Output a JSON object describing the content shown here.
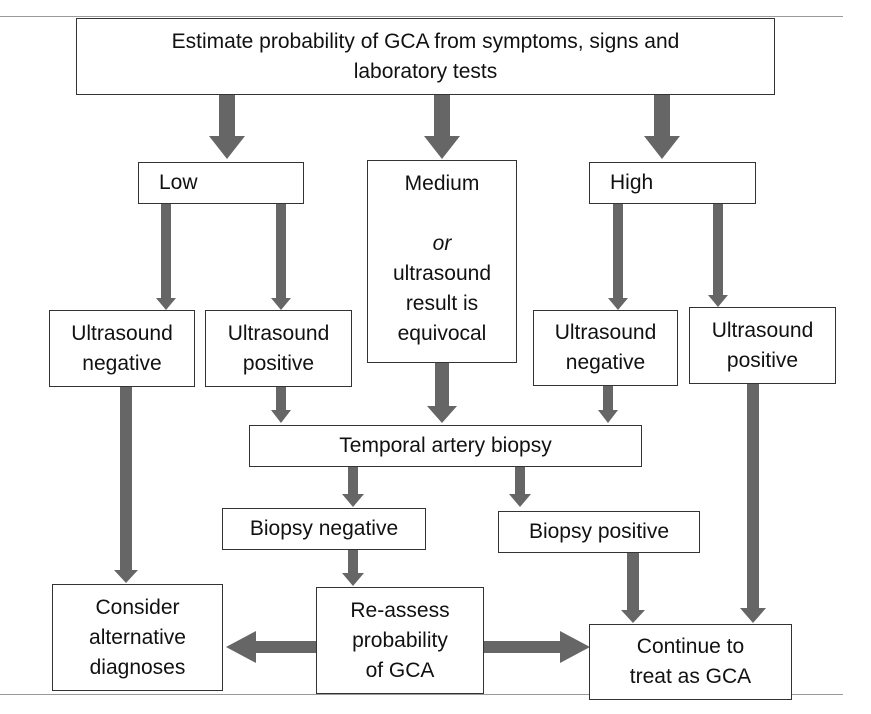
{
  "colors": {
    "arrow": "#666666",
    "box_border": "#333333",
    "text": "#111111"
  },
  "nodes": {
    "estimate": {
      "lines": [
        "Estimate probability of GCA from symptoms, signs and",
        "laboratory tests"
      ]
    },
    "low": {
      "label": "Low"
    },
    "medium": {
      "lines": [
        "Medium",
        "",
        "or",
        "ultrasound",
        "result is",
        "equivocal"
      ]
    },
    "high": {
      "label": "High"
    },
    "low_neg": {
      "lines": [
        "Ultrasound",
        "negative"
      ]
    },
    "low_pos": {
      "lines": [
        "Ultrasound",
        "positive"
      ]
    },
    "high_neg": {
      "lines": [
        "Ultrasound",
        "negative"
      ]
    },
    "high_pos": {
      "lines": [
        "Ultrasound",
        "positive"
      ]
    },
    "biopsy": {
      "label": "Temporal artery biopsy"
    },
    "biopsy_neg": {
      "label": "Biopsy negative"
    },
    "biopsy_pos": {
      "label": "Biopsy positive"
    },
    "alternative": {
      "lines": [
        "Consider",
        "alternative",
        "diagnoses"
      ]
    },
    "reassess": {
      "lines": [
        "Re-assess",
        "probability",
        "of GCA"
      ]
    },
    "treat": {
      "lines": [
        "Continue to",
        "treat as GCA"
      ]
    }
  }
}
